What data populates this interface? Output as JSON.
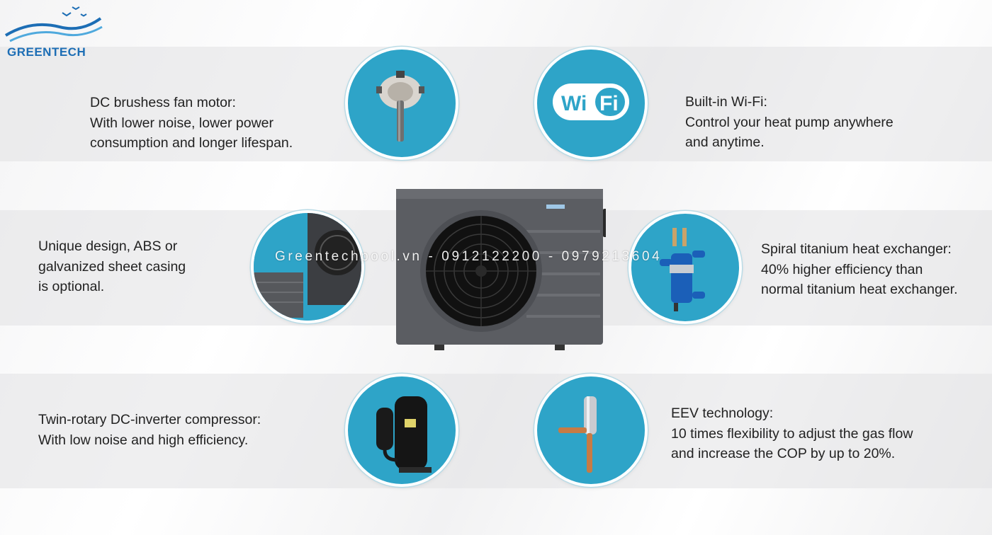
{
  "brand": {
    "name": "GREENTECH"
  },
  "watermark": "Greentechpool.vn - 0912122200 - 0979213604",
  "features": {
    "fan_motor": {
      "lines": [
        "DC brushess fan motor:",
        "With lower noise, lower power",
        "consumption and longer lifespan."
      ],
      "icon": "fan-motor-icon"
    },
    "wifi": {
      "lines": [
        "Built-in Wi-Fi:",
        "Control your heat pump anywhere",
        "and anytime."
      ],
      "icon": "wifi-icon"
    },
    "casing": {
      "lines": [
        "Unique design, ABS or",
        "galvanized sheet casing",
        "is optional."
      ],
      "icon": "casing-icon"
    },
    "exchanger": {
      "lines": [
        "Spiral titanium heat exchanger:",
        "40% higher efficiency than",
        "normal titanium heat exchanger."
      ],
      "icon": "heat-exchanger-icon"
    },
    "compressor": {
      "lines": [
        "Twin-rotary DC-inverter compressor:",
        "With low noise and high efficiency."
      ],
      "icon": "compressor-icon"
    },
    "eev": {
      "lines": [
        "EEV technology:",
        "10 times flexibility to adjust the gas flow",
        "and increase the COP by up to 20%."
      ],
      "icon": "eev-valve-icon"
    }
  },
  "colors": {
    "accent": "#2ea4c8",
    "brand": "#1d6eb5",
    "unit": "#5b5d62"
  }
}
